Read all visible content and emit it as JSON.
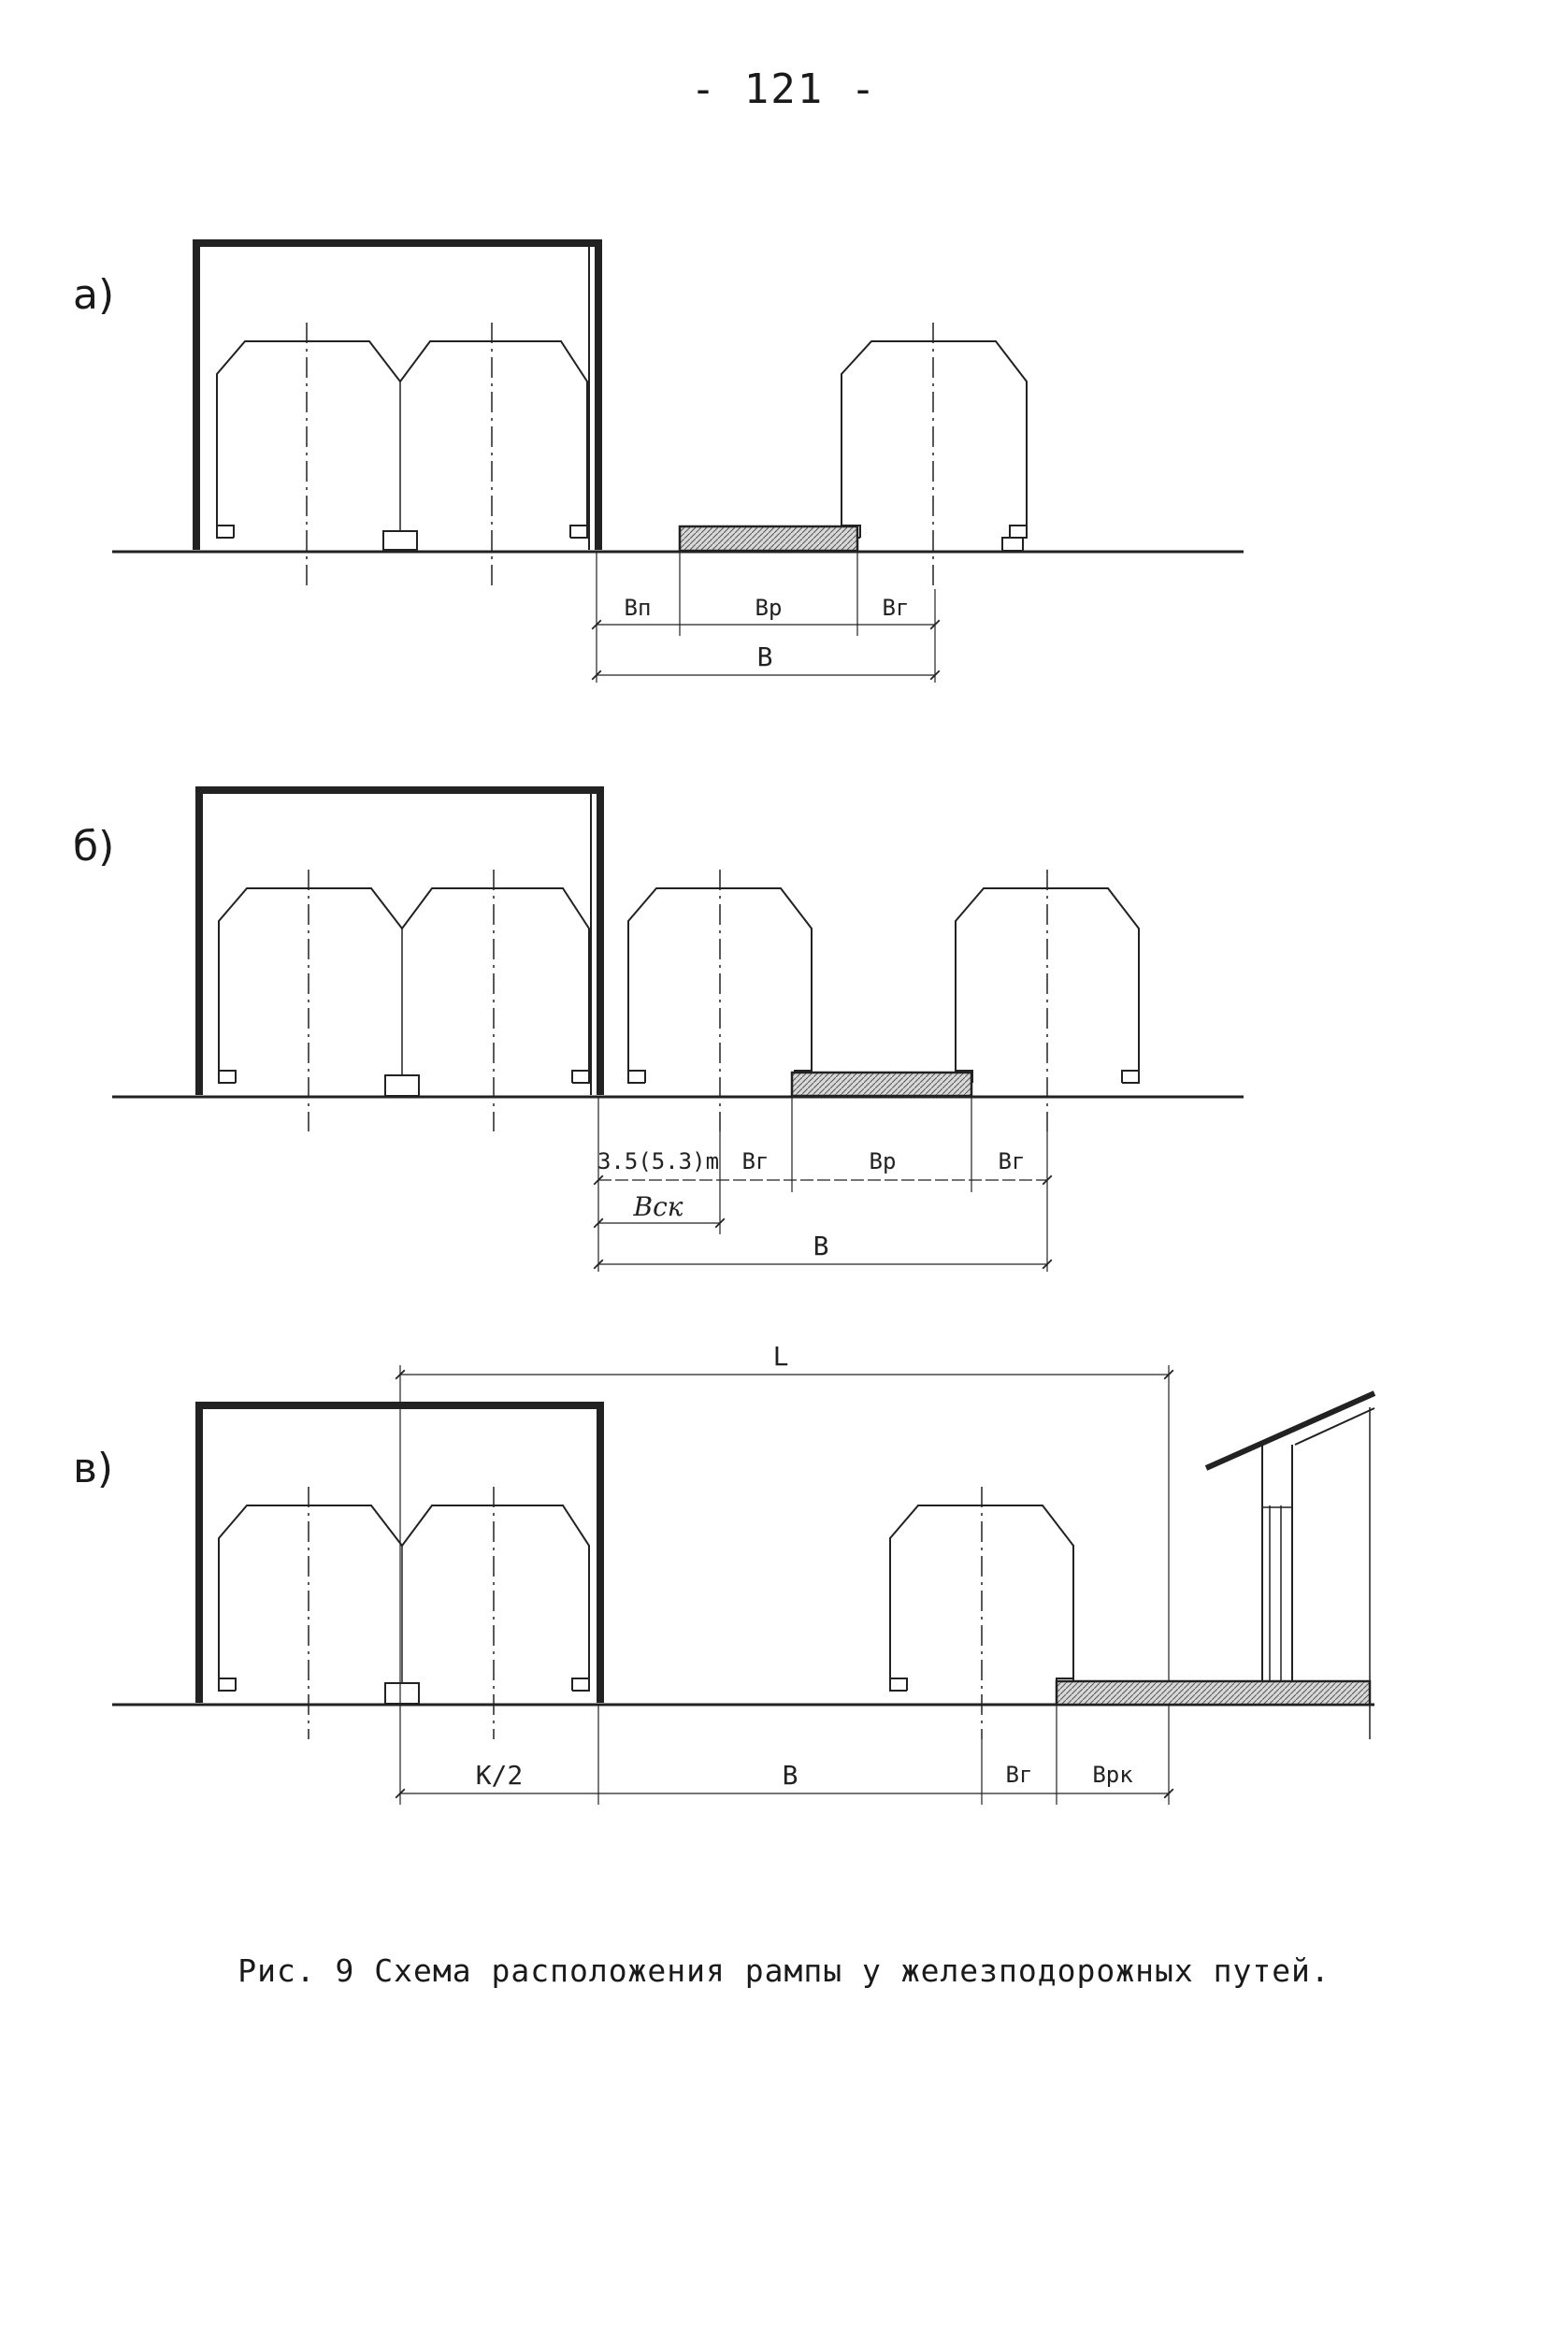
{
  "page": {
    "number": "- 121 -"
  },
  "panels": {
    "a": {
      "label": "а)",
      "dims": {
        "bp_left": "Вп",
        "bp": "Вр",
        "bg": "Вг",
        "b": "В"
      }
    },
    "b": {
      "label": "б)",
      "dims": {
        "first": "3.5(5.3)m",
        "bg1": "Вг",
        "bp": "Вр",
        "bg2": "Вг",
        "bsk": "Вск",
        "b": "В"
      }
    },
    "v": {
      "label": "в)",
      "dims": {
        "l": "L",
        "k2": "К/2",
        "b": "В",
        "bg": "Вг",
        "brk": "Врк"
      }
    }
  },
  "caption": "Рис. 9  Схема расположения рампы у железподорожных путей."
}
